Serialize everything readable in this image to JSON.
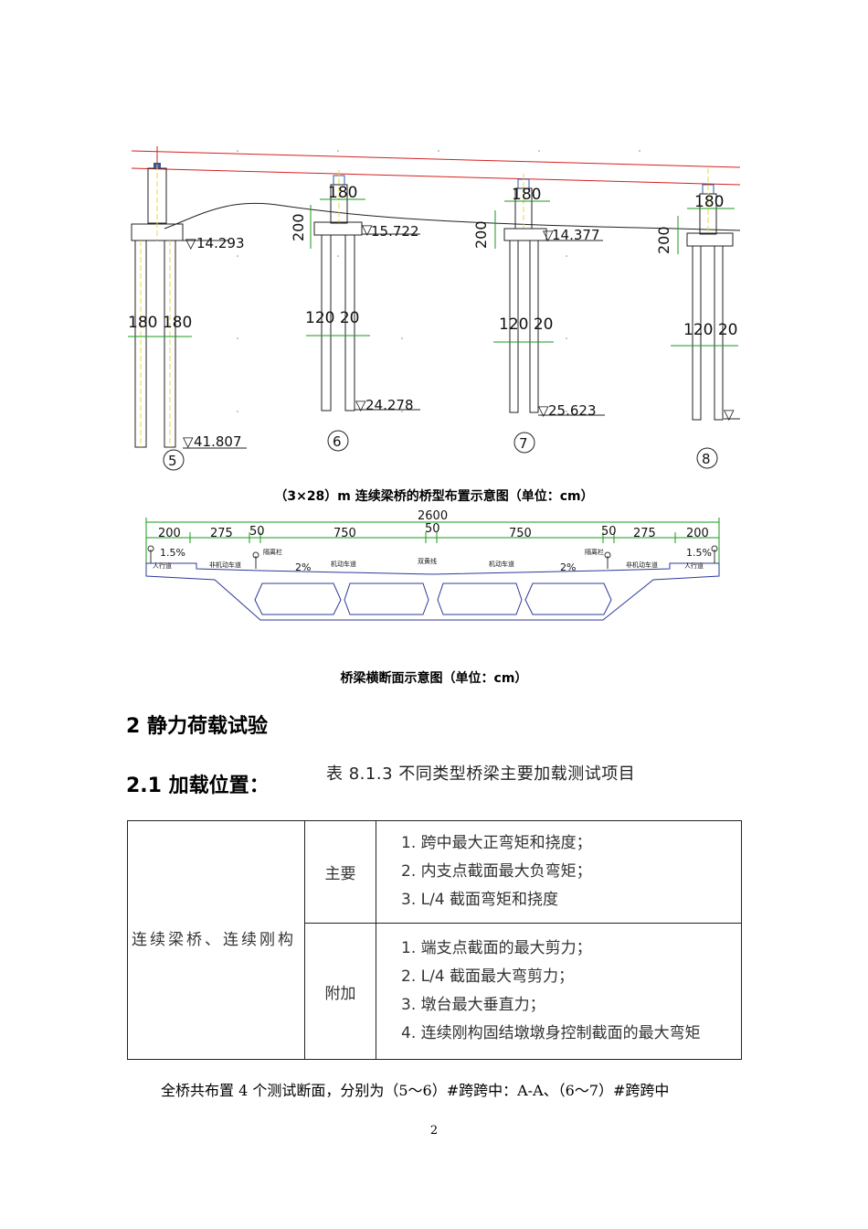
{
  "elevation_drawing": {
    "elevations": [
      "14.293",
      "15.722",
      "14.377",
      "41.807",
      "24.278",
      "25.623"
    ],
    "pier_numbers": [
      "5",
      "6",
      "7",
      "8"
    ],
    "dims": {
      "cap_width": "180",
      "cap_height": "200",
      "pile_pair_5": "180 180",
      "pile_pair": "120 20"
    }
  },
  "caption1": "（3×28）m 连续梁桥的桥型布置示意图（单位：cm）",
  "cross_section": {
    "total_width": "2600",
    "dims": [
      "200",
      "275",
      "50",
      "750",
      "50",
      "750",
      "50",
      "275",
      "200"
    ],
    "slopes": {
      "side": "1.5%",
      "lane": "2%"
    },
    "lane_labels": {
      "sidewalk": "人行道",
      "non_motor": "非机动车道",
      "isolation": "隔离栏",
      "motor": "机动车道",
      "double_line": "双黄线"
    }
  },
  "caption2": "桥梁横断面示意图（单位：cm）",
  "section2_heading": "2   静力荷载试验",
  "section21_heading": "2.1  加载位置：",
  "table": {
    "title": "表 8.1.3    不同类型桥梁主要加载测试项目",
    "category": "连续梁桥、连续刚构",
    "rows": [
      {
        "type": "主要",
        "items": [
          "1. 跨中最大正弯矩和挠度；",
          "2. 内支点截面最大负弯矩；",
          "3. L/4 截面弯矩和挠度"
        ]
      },
      {
        "type": "附加",
        "items": [
          "1. 端支点截面的最大剪力；",
          "2. L/4 截面最大弯剪力；",
          "3. 墩台最大垂直力；",
          "4. 连续刚构固结墩墩身控制截面的最大弯矩"
        ]
      }
    ]
  },
  "body_text": "全桥共布置 4 个测试断面，分别为（5～6）#跨跨中：A-A、（6～7）#跨跨中",
  "page_number": "2"
}
